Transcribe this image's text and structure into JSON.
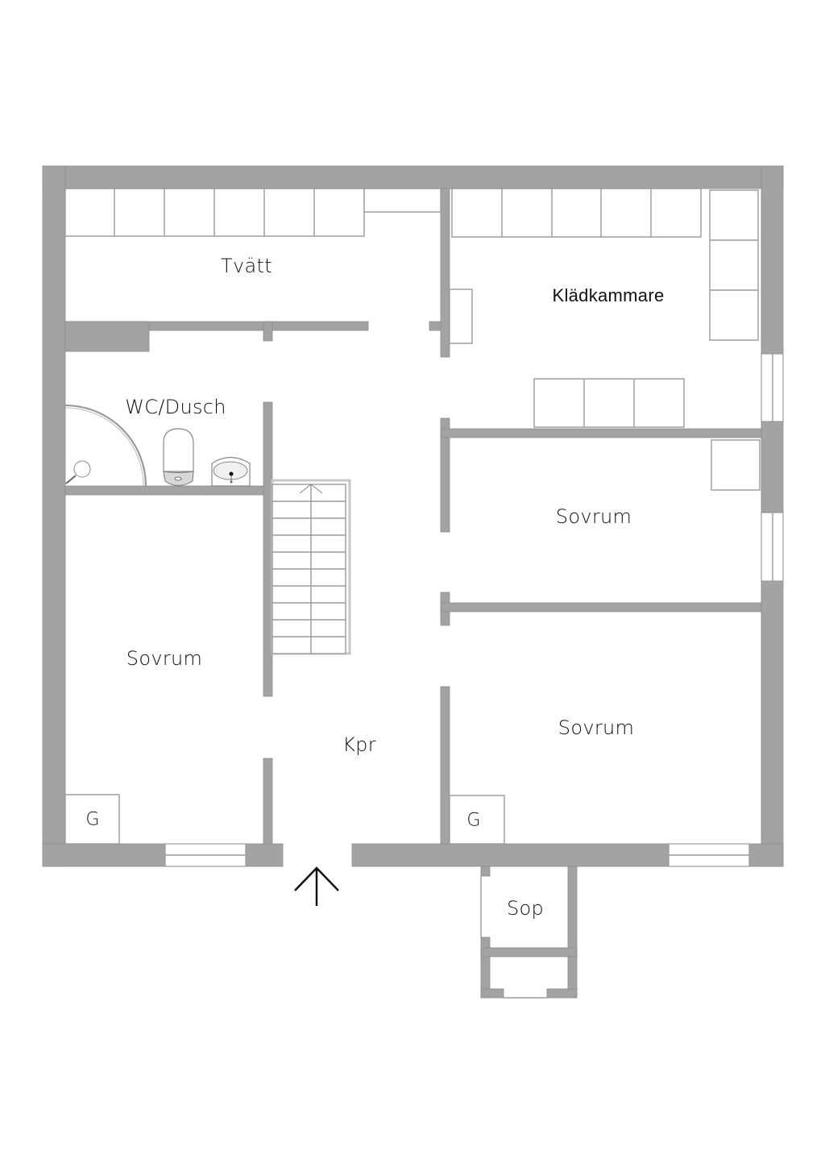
{
  "floorplan": {
    "colors": {
      "wall": "#a3a3a3",
      "fixture_line": "#9a9a9a",
      "background": "#ffffff",
      "text": "#111111"
    },
    "rooms": [
      {
        "id": "tvatt",
        "label": "Tvätt"
      },
      {
        "id": "kladkammare",
        "label": "Klädkammare"
      },
      {
        "id": "wc-dusch",
        "label": "WC/Dusch"
      },
      {
        "id": "sovrum-east-upper",
        "label": "Sovrum"
      },
      {
        "id": "sovrum-west",
        "label": "Sovrum"
      },
      {
        "id": "sovrum-east-lower",
        "label": "Sovrum"
      },
      {
        "id": "kpr",
        "label": "Kpr"
      },
      {
        "id": "sop",
        "label": "Sop"
      }
    ],
    "closets": [
      {
        "id": "closet-west",
        "label": "G"
      },
      {
        "id": "closet-east",
        "label": "G"
      }
    ],
    "entrance": {
      "icon": "entrance-arrow-icon"
    },
    "stair": {
      "steps": 10,
      "direction": "up"
    }
  }
}
